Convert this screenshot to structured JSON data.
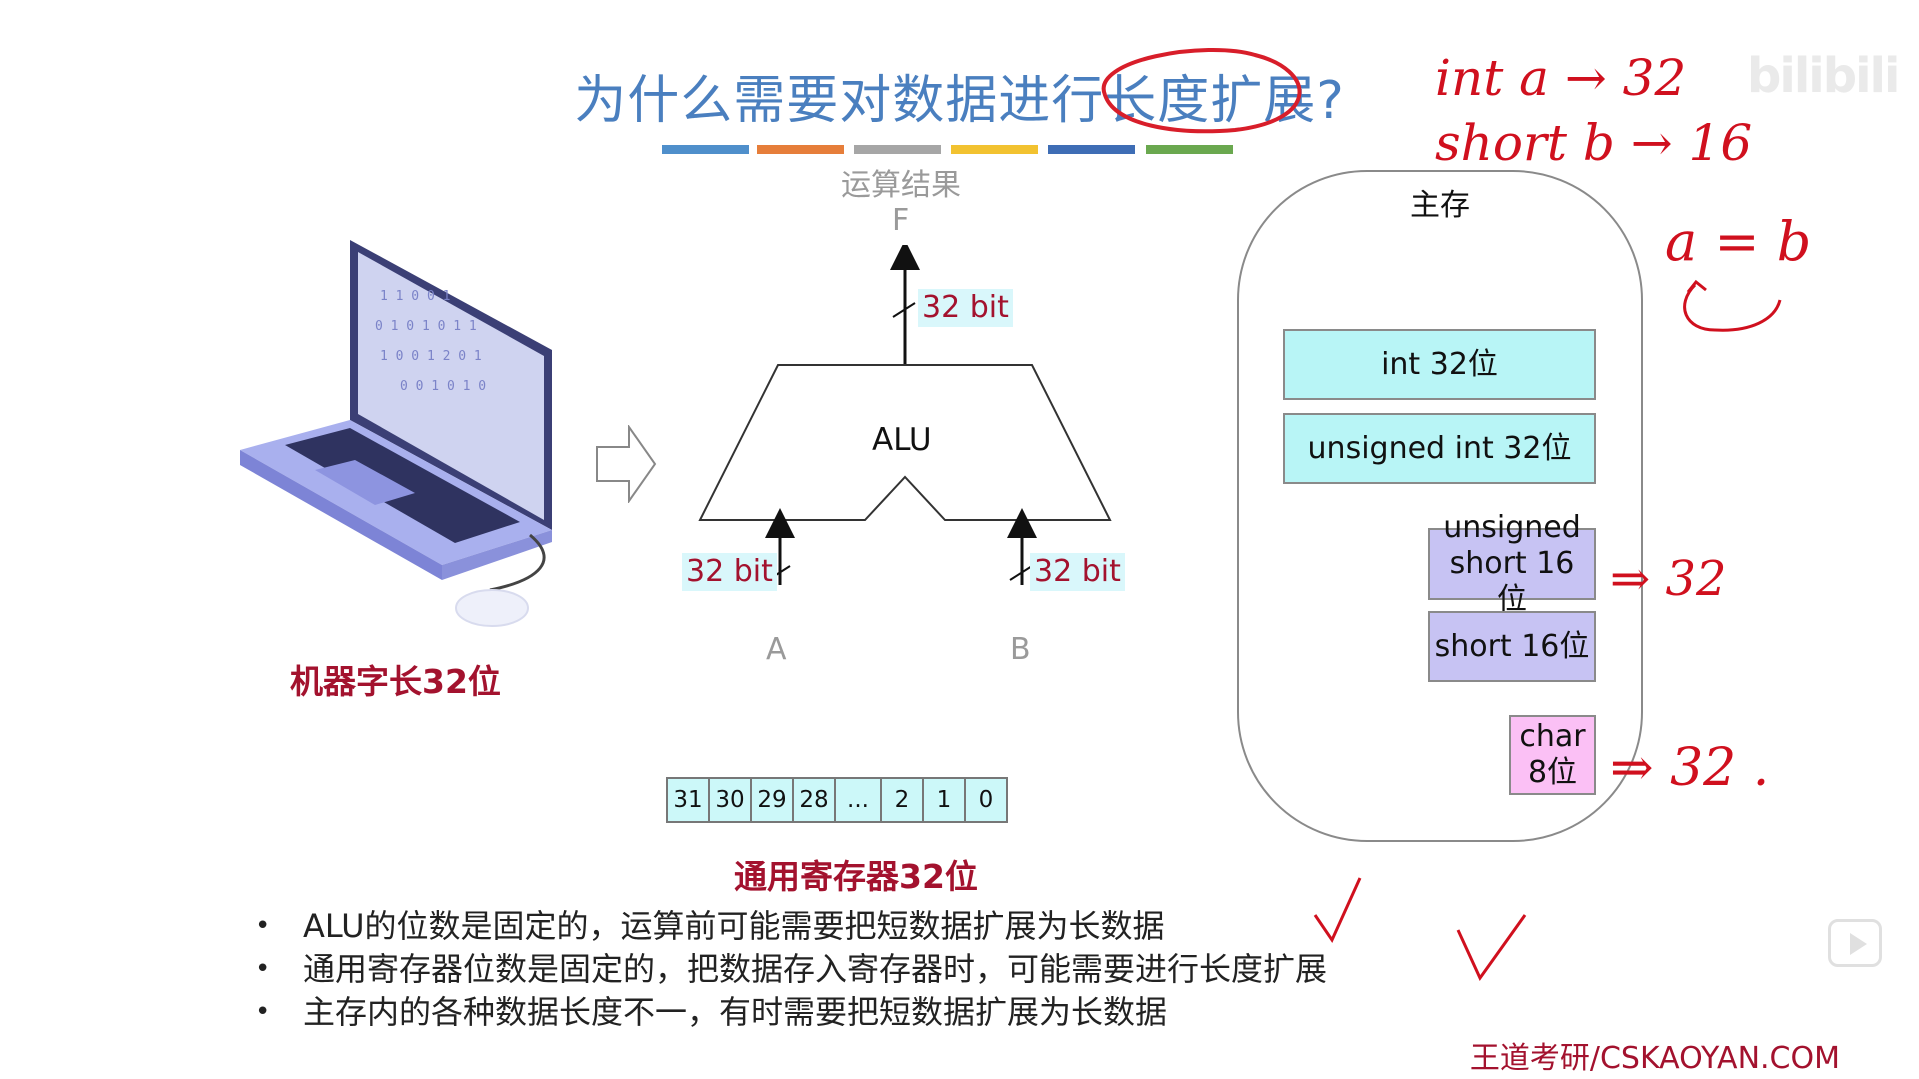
{
  "slide": {
    "title": "为什么需要对数据进行长度扩展?",
    "color_bar_colors": [
      "#4f8fcb",
      "#e67e3a",
      "#a6a6a6",
      "#f2c230",
      "#3e6db5",
      "#6aa84f"
    ]
  },
  "laptop": {
    "caption": "机器字长32位"
  },
  "alu": {
    "result_label": "运算结果",
    "output_label": "F",
    "output_bits": "32 bit",
    "name": "ALU",
    "input_a_bits": "32 bit",
    "input_b_bits": "32 bit",
    "input_a_label": "A",
    "input_b_label": "B"
  },
  "register": {
    "cells": [
      "31",
      "30",
      "29",
      "28",
      "...",
      "2",
      "1",
      "0"
    ],
    "caption": "通用寄存器32位"
  },
  "memory": {
    "title": "主存",
    "boxes": [
      {
        "label": "int 32位"
      },
      {
        "label": "unsigned int 32位"
      },
      {
        "label": "unsigned short 16位"
      },
      {
        "label": "short 16位"
      },
      {
        "label": "char 8位"
      }
    ]
  },
  "handwriting": {
    "line1": "int a → 32",
    "line2": "short b → 16",
    "line3": "a = b",
    "arrow_unsigned_short": "⇒ 32",
    "arrow_char": "⇒ 32 ."
  },
  "bullets": [
    "ALU的位数是固定的，运算前可能需要把短数据扩展为长数据",
    "通用寄存器位数是固定的，把数据存入寄存器时，可能需要进行长度扩展",
    "主存内的各种数据长度不一，有时需要把短数据扩展为长数据"
  ],
  "brand": "王道考研/CSKAOYAN.COM",
  "watermark": "bilibili"
}
